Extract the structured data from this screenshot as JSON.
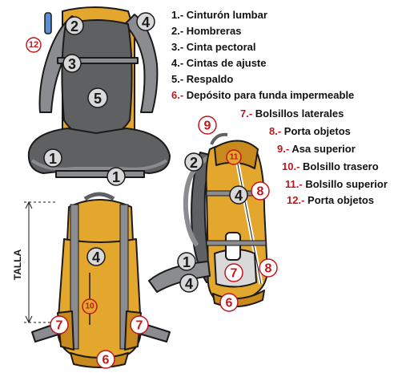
{
  "legend": [
    {
      "num": "1.-",
      "label": "Cinturón lumbar",
      "color": "black"
    },
    {
      "num": "2.-",
      "label": "Hombreras",
      "color": "black"
    },
    {
      "num": "3.-",
      "label": "Cinta pectoral",
      "color": "black"
    },
    {
      "num": "4.-",
      "label": "Cintas de ajuste",
      "color": "black"
    },
    {
      "num": "5.-",
      "label": "Respaldo",
      "color": "black"
    },
    {
      "num": "6.-",
      "label": "Depósito para funda impermeable",
      "color": "red"
    },
    {
      "num": "7.-",
      "label": "Bolsillos laterales",
      "color": "red"
    },
    {
      "num": "8.-",
      "label": "Porta objetos",
      "color": "red"
    },
    {
      "num": "9.-",
      "label": "Asa superior",
      "color": "red"
    },
    {
      "num": "10.-",
      "label": "Bolsillo trasero",
      "color": "red"
    },
    {
      "num": "11.-",
      "label": "Bolsillo superior",
      "color": "red"
    },
    {
      "num": "12.-",
      "label": "Porta objetos",
      "color": "red"
    }
  ],
  "size_label": "TALLA",
  "markers": {
    "back_view": [
      "12",
      "2",
      "4",
      "3",
      "5",
      "1",
      "1"
    ],
    "front_view": [
      "4",
      "10",
      "7",
      "7",
      "6"
    ],
    "side_view": [
      "9",
      "2",
      "11",
      "4",
      "8",
      "1",
      "4",
      "7",
      "8",
      "6"
    ]
  },
  "colors": {
    "pack_yellow": "#e4a72e",
    "pack_dark_yellow": "#c98a1d",
    "back_gray": "#5f6062",
    "strap_gray": "#8a8c8f",
    "marker_red": "#c0171c",
    "marker_fill": "#d9d9d9",
    "outline": "#1a1a1a"
  }
}
